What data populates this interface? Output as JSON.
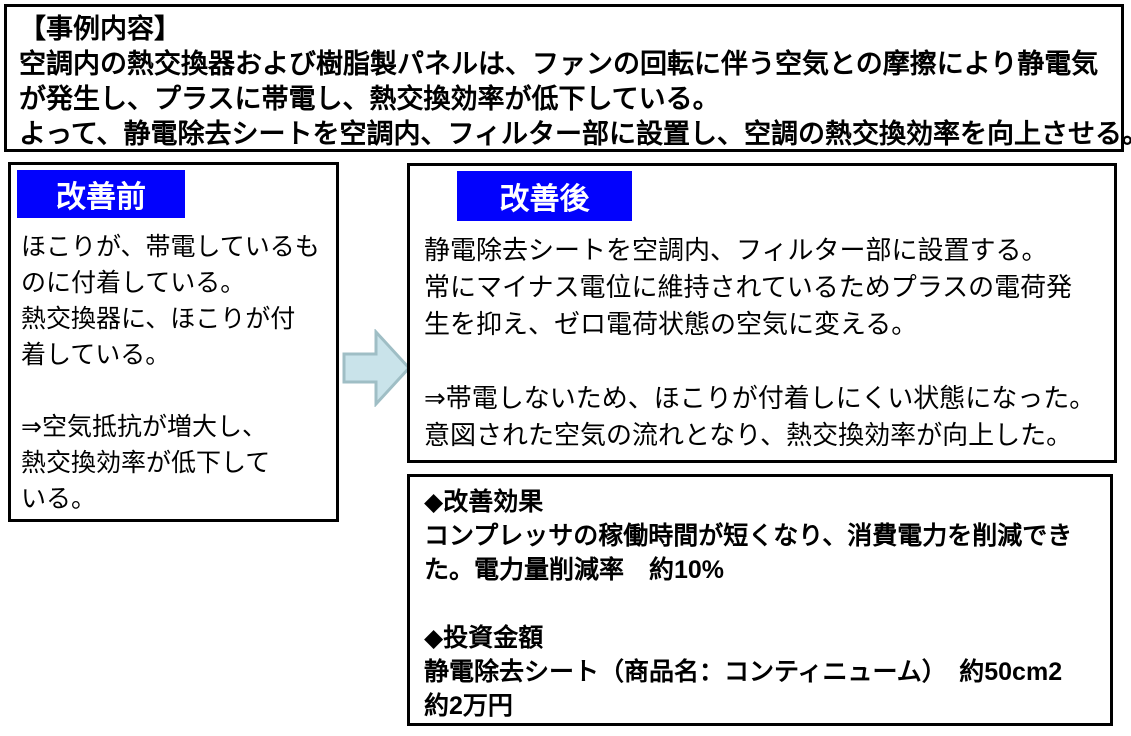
{
  "colors": {
    "background": "#ffffff",
    "border": "#000000",
    "header_blue": "#0202fd",
    "header_text": "#ffffff",
    "arrow_fill": "#c9e3ea",
    "arrow_stroke": "#9fbec5"
  },
  "case_summary": {
    "title": "【事例内容】",
    "lines": [
      "空調内の熱交換器および樹脂製パネルは、ファンの回転に伴う空気との摩擦により静電気",
      "が発生し、プラスに帯電し、熱交換効率が低下している。",
      "よって、静電除去シートを空調内、フィルター部に設置し、空調の熱交換効率を向上させる。"
    ]
  },
  "before": {
    "header": "改善前",
    "lines": [
      "ほこりが、帯電しているも",
      "のに付着している。",
      "熱交換器に、ほこりが付",
      "着している。",
      "",
      "⇒空気抵抗が増大し、",
      "熱交換効率が低下して",
      "いる。"
    ]
  },
  "arrow": {
    "name": "right-block-arrow"
  },
  "after": {
    "header": "改善後",
    "lines": [
      "静電除去シートを空調内、フィルター部に設置する。",
      "常にマイナス電位に維持されているためプラスの電荷発",
      "生を抑え、ゼロ電荷状態の空気に変える。",
      "",
      "⇒帯電しないため、ほこりが付着しにくい状態になった。",
      "意図された空気の流れとなり、熱交換効率が向上した。"
    ]
  },
  "results": {
    "effect_heading": "◆改善効果",
    "effect_lines": [
      "コンプレッサの稼働時間が短くなり、消費電力を削減でき",
      "た。電力量削減率　約10%"
    ],
    "investment_heading": "◆投資金額",
    "investment_lines": [
      "静電除去シート（商品名：コンティニューム）　約50cm2",
      "約2万円"
    ]
  }
}
